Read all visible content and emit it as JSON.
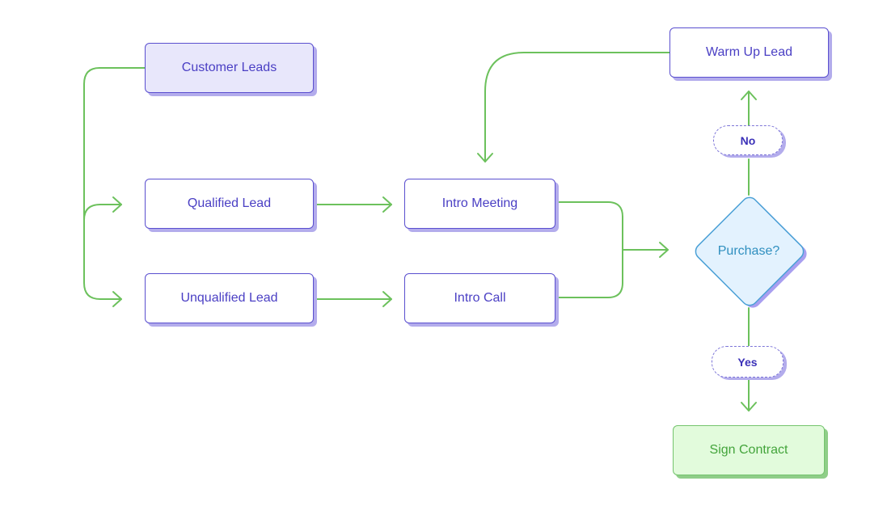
{
  "nodes": {
    "customer_leads": "Customer Leads",
    "qualified_lead": "Qualified Lead",
    "unqualified_lead": "Unqualified Lead",
    "intro_meeting": "Intro Meeting",
    "intro_call": "Intro Call",
    "warm_up_lead": "Warm Up Lead",
    "purchase": "Purchase?",
    "sign_contract": "Sign Contract"
  },
  "branches": {
    "no": "No",
    "yes": "Yes"
  },
  "colors": {
    "connector": "#6cc15c",
    "node_border": "#5a4fcf",
    "decision_fill": "#e3f2fe",
    "decision_border": "#4aa0d6",
    "success_fill": "#e2fbdc"
  }
}
